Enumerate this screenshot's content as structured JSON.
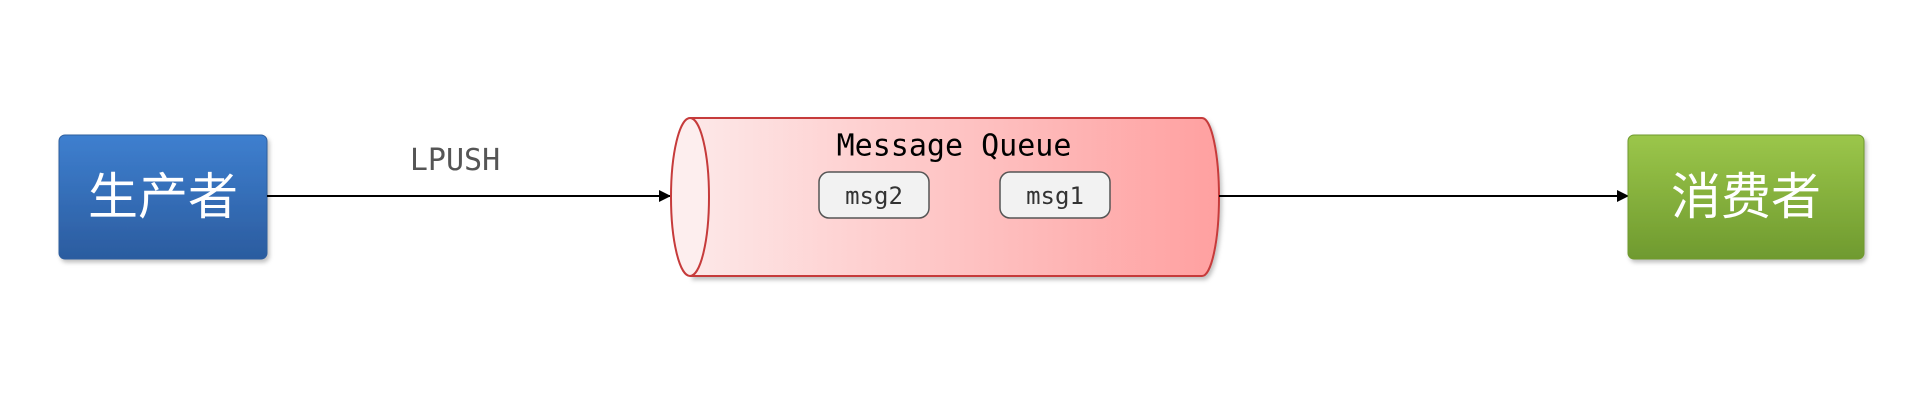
{
  "diagram": {
    "producer": {
      "label": "生产者",
      "color_top": "#3e7fcf",
      "color_bottom": "#2b5c9f"
    },
    "consumer": {
      "label": "消费者",
      "color_top": "#9bc64a",
      "color_bottom": "#6f9a2f"
    },
    "push_label": "LPUSH",
    "queue": {
      "title": "Message Queue",
      "color_light": "#fde8e8",
      "color_dark": "#ffa0a0",
      "border_color": "#c63b3b",
      "messages": [
        "msg2",
        "msg1"
      ]
    },
    "arrow_color": "#000000"
  }
}
